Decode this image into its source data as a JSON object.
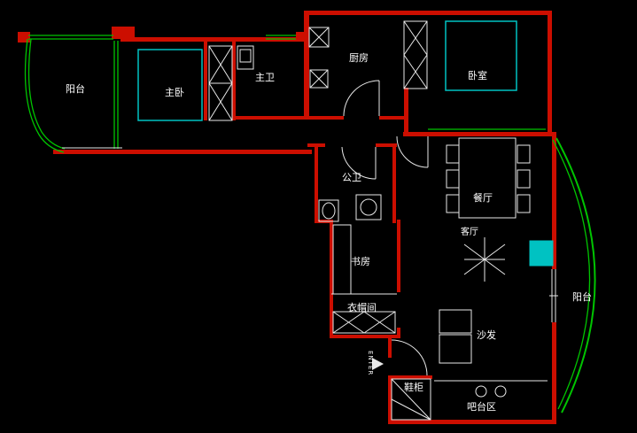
{
  "colors": {
    "background": "#000000",
    "wall": "#cc0e00",
    "window": "#00c400",
    "furniture": "#00c2c2",
    "detail": "#e8e8e8",
    "text": "#ffffff"
  },
  "rooms": {
    "balcony_left": "阳台",
    "master_bedroom": "主卧",
    "master_bath": "主卫",
    "kitchen": "厨房",
    "bedroom": "卧室",
    "public_bath": "公卫",
    "dining": "餐厅",
    "living": "客厅",
    "study": "书房",
    "cloakroom": "衣帽间",
    "sofa": "沙发",
    "balcony_right": "阳台",
    "shoe_cabinet": "鞋柜",
    "bar_area": "吧台区",
    "entrance": "ENTER"
  }
}
